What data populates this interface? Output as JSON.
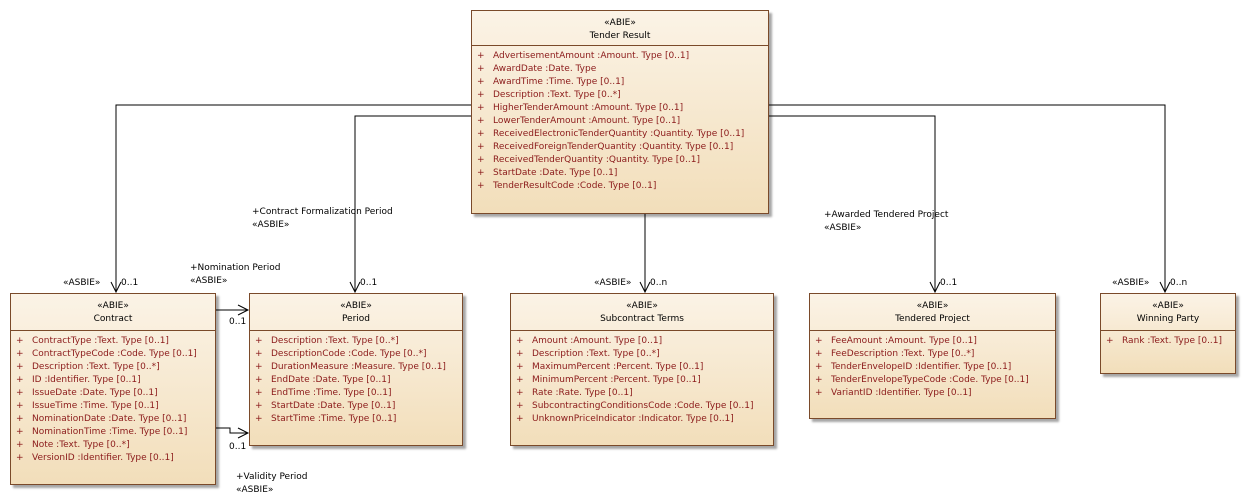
{
  "tender_result": {
    "stereotype": "«ABIE»",
    "name": "Tender Result",
    "attributes": [
      "AdvertisementAmount  :Amount. Type [0..1]",
      "AwardDate  :Date. Type",
      "AwardTime  :Time. Type [0..1]",
      "Description  :Text. Type [0..*]",
      "HigherTenderAmount  :Amount. Type [0..1]",
      "LowerTenderAmount  :Amount. Type [0..1]",
      "ReceivedElectronicTenderQuantity  :Quantity. Type [0..1]",
      "ReceivedForeignTenderQuantity  :Quantity. Type [0..1]",
      "ReceivedTenderQuantity  :Quantity. Type [0..1]",
      "StartDate  :Date. Type [0..1]",
      "TenderResultCode  :Code. Type [0..1]"
    ]
  },
  "contract": {
    "stereotype": "«ABIE»",
    "name": "Contract",
    "attributes": [
      "ContractType  :Text. Type [0..1]",
      "ContractTypeCode  :Code. Type [0..1]",
      "Description  :Text. Type [0..*]",
      "ID  :Identifier. Type [0..1]",
      "IssueDate  :Date. Type [0..1]",
      "IssueTime  :Time. Type [0..1]",
      "NominationDate  :Date. Type [0..1]",
      "NominationTime  :Time. Type [0..1]",
      "Note  :Text. Type [0..*]",
      "VersionID  :Identifier. Type [0..1]"
    ]
  },
  "period": {
    "stereotype": "«ABIE»",
    "name": "Period",
    "attributes": [
      "Description  :Text. Type [0..*]",
      "DescriptionCode  :Code. Type [0..*]",
      "DurationMeasure  :Measure. Type [0..1]",
      "EndDate  :Date. Type [0..1]",
      "EndTime  :Time. Type [0..1]",
      "StartDate  :Date. Type [0..1]",
      "StartTime  :Time. Type [0..1]"
    ]
  },
  "subcontract_terms": {
    "stereotype": "«ABIE»",
    "name": "Subcontract Terms",
    "attributes": [
      "Amount  :Amount. Type [0..1]",
      "Description  :Text. Type [0..*]",
      "MaximumPercent  :Percent. Type [0..1]",
      "MinimumPercent  :Percent. Type [0..1]",
      "Rate  :Rate. Type [0..1]",
      "SubcontractingConditionsCode  :Code. Type [0..1]",
      "UnknownPriceIndicator  :Indicator. Type [0..1]"
    ]
  },
  "tendered_project": {
    "stereotype": "«ABIE»",
    "name": "Tendered Project",
    "attributes": [
      "FeeAmount  :Amount. Type [0..1]",
      "FeeDescription  :Text. Type [0..*]",
      "TenderEnvelopeID  :Identifier. Type [0..1]",
      "TenderEnvelopeTypeCode  :Code. Type [0..1]",
      "VariantID  :Identifier. Type [0..1]"
    ]
  },
  "winning_party": {
    "stereotype": "«ABIE»",
    "name": "Winning Party",
    "attributes": [
      "Rank  :Text. Type [0..1]"
    ]
  },
  "plus": "+",
  "labels": {
    "contract_asbie": "«ASBIE»",
    "contract_mult": "0..1",
    "formalization_role": "+Contract Formalization Period",
    "formalization_asbie": "«ASBIE»",
    "formalization_mult": "0..1",
    "nomination_role": "+Nomination Period",
    "nomination_asbie": "«ASBIE»",
    "nomination_mult": "0..1",
    "validity_role": "+Validity Period",
    "validity_asbie": "«ASBIE»",
    "validity_mult": "0..1",
    "subcontract_asbie": "«ASBIE»",
    "subcontract_mult": "0..n",
    "tendered_role": "+Awarded Tendered Project",
    "tendered_asbie": "«ASBIE»",
    "tendered_mult": "0..1",
    "winning_asbie": "«ASBIE»",
    "winning_mult": "0..n"
  }
}
